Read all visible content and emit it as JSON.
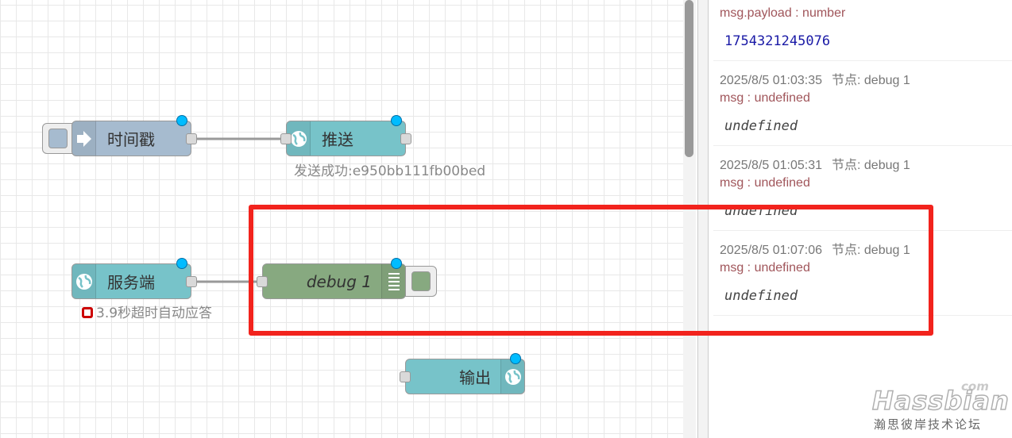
{
  "canvas": {
    "nodes": {
      "inject": {
        "label": "时间戳",
        "icon": "arrow-in-icon",
        "color": "#a6bbcf"
      },
      "push": {
        "label": "推送",
        "icon": "globe-icon",
        "color": "#77c3c9",
        "status": "发送成功:e950bb111fb00bed"
      },
      "server": {
        "label": "服务端",
        "icon": "globe-icon",
        "color": "#77c3c9",
        "status": "3.9秒超时自动应答"
      },
      "debug": {
        "label": "debug 1",
        "icon": "list-icon",
        "color": "#87a980"
      },
      "output": {
        "label": "输出",
        "icon": "globe-icon",
        "color": "#77c3c9"
      }
    }
  },
  "sidebar": {
    "messages": [
      {
        "type": "msg.payload : number",
        "value": "1754321245076",
        "value_kind": "number"
      },
      {
        "timestamp": "2025/8/5 01:03:35",
        "node": "节点: debug 1",
        "type": "msg : undefined",
        "value": "undefined",
        "value_kind": "undef"
      },
      {
        "timestamp": "2025/8/5 01:05:31",
        "node": "节点: debug 1",
        "type": "msg : undefined",
        "value": "undefined",
        "value_kind": "undef"
      },
      {
        "timestamp": "2025/8/5 01:07:06",
        "node": "节点: debug 1",
        "type": "msg : undefined",
        "value": "undefined",
        "value_kind": "undef"
      }
    ]
  },
  "watermark": {
    "brand": "Hassbian",
    "suffix": "com",
    "subtitle": "瀚思彼岸技术论坛"
  },
  "colors": {
    "highlight": "#f2231d",
    "changed_dot": "#00bcff",
    "type_label": "#a0555a",
    "number_value": "#1a1aa6"
  }
}
